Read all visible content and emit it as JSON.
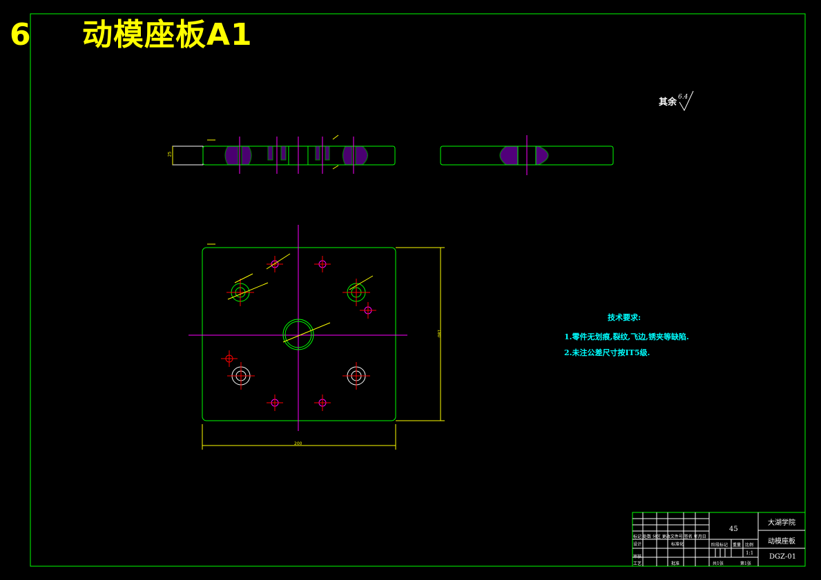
{
  "sheet": {
    "number": "6",
    "title": "动模座板A1"
  },
  "roughness": {
    "label": "其余",
    "value": "6.4"
  },
  "tech_requirements": {
    "heading": "技术要求:",
    "items": [
      "1.零件无划痕,裂纹,飞边,锈夹等缺陷.",
      "2.未注公差尺寸按IT5级."
    ]
  },
  "dimensions": {
    "overall_width": "200",
    "overall_height": "180",
    "thickness": "25"
  },
  "title_block": {
    "material": "45",
    "school": "大湖学院",
    "part_name": "动模座板",
    "drawing_number": "DGZ-01",
    "scale": "1:1",
    "sheet_info_left": "共1张",
    "sheet_info_right": "第1张",
    "row_labels": [
      "标记",
      "处数",
      "分区",
      "更改文件号",
      "签名",
      "年月日"
    ],
    "design_label": "设计",
    "review_label": "审核",
    "process_label": "工艺",
    "approve_label": "批准",
    "standard_label": "标准化",
    "stage_label": "阶段标记",
    "weight_label": "重量",
    "scale_label": "比例"
  },
  "colors": {
    "border": "#00ff00",
    "outline": "#00ff00",
    "centerline": "#ff00ff",
    "dimension": "#ffff00",
    "hatch": "#aa00ff",
    "hole_red": "#ff0000",
    "text_cyan": "#00ffff",
    "title_yellow": "#ffff00"
  }
}
